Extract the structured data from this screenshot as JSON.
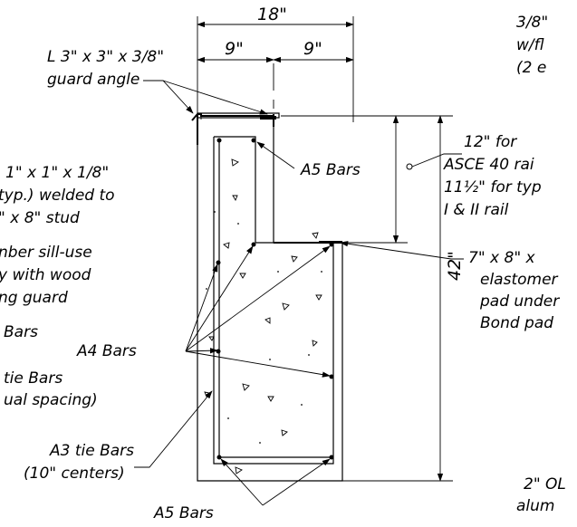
{
  "dimensions": {
    "overall_width": "18\"",
    "left_half": "9\"",
    "right_half": "9\"",
    "height": "42\""
  },
  "labels": {
    "guard_angle": [
      "L 3\" x 3\" x 3/8\"",
      "guard angle"
    ],
    "a5_top": "A5 Bars",
    "a4": "A4 Bars",
    "a3_tie": [
      "A3 tie Bars",
      "(10\" centers)"
    ],
    "a5_bottom": "A5 Bars",
    "left_cut": [
      "1\" x 1\" x 1/8\"",
      "typ.) welded to",
      "\" x 8\" stud"
    ],
    "timber": [
      "nber sill-use",
      "y with wood",
      "ng guard"
    ],
    "bars_cut": "Bars",
    "tie_cut": [
      "tie Bars",
      "ual spacing)"
    ],
    "rail_height": [
      "12\" for",
      "ASCE 40 rai",
      "11½\" for typ",
      "I & II rail"
    ],
    "pad": [
      "7\" x 8\" x",
      "elastomer",
      "pad under",
      "Bond pad"
    ],
    "top_right": [
      "3/8\"",
      "w/fl",
      "(2 e"
    ],
    "bottom_right": [
      "2\" OL",
      "alum"
    ]
  },
  "colors": {
    "line": "#000000",
    "background": "#ffffff"
  }
}
